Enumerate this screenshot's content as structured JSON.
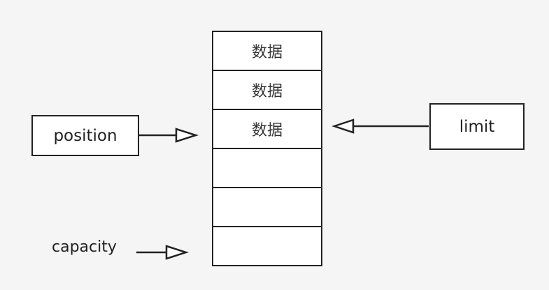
{
  "buffer": {
    "cells": [
      "数据",
      "数据",
      "数据",
      "",
      "",
      ""
    ]
  },
  "pointers": {
    "position": "position",
    "limit": "limit",
    "capacity": "capacity"
  }
}
